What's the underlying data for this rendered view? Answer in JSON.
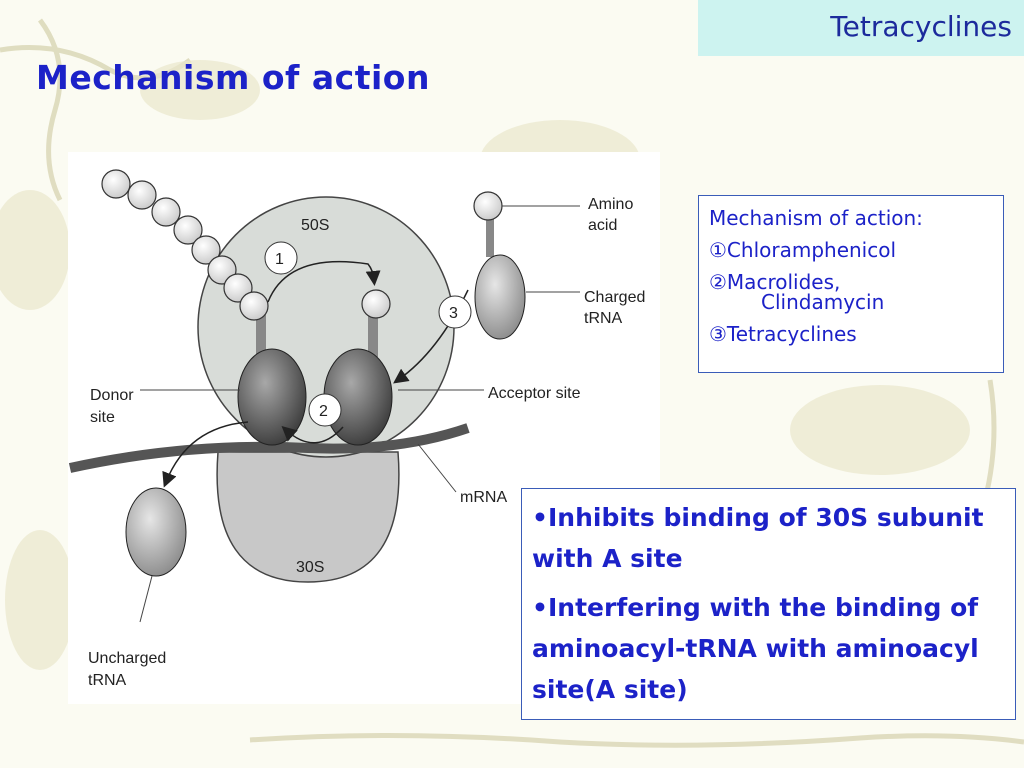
{
  "slide": {
    "topic": "Tetracyclines",
    "title": "Mechanism of action"
  },
  "figure": {
    "labels": {
      "ribosome_50s": "50S",
      "ribosome_30s": "30S",
      "amino": "Amino",
      "acid": "acid",
      "charged": "Charged",
      "trna_charged": "tRNA",
      "acceptor_site": "Acceptor site",
      "donor": "Donor",
      "site": "site",
      "mrna": "mRNA",
      "uncharged": "Uncharged",
      "trna_uncharged": "tRNA",
      "step1": "1",
      "step2": "2",
      "step3": "3"
    }
  },
  "mechanism_box": {
    "heading": "Mechanism of action:",
    "item1": "①Chloramphenicol",
    "item2": "②Macrolides,",
    "item2b": "Clindamycin",
    "item3": "③Tetracyclines"
  },
  "info_box": {
    "point1": "•Inhibits binding of 30S subunit with A site",
    "point2": "•Interfering with the binding of aminoacyl-tRNA with aminoacyl site(A site)"
  }
}
